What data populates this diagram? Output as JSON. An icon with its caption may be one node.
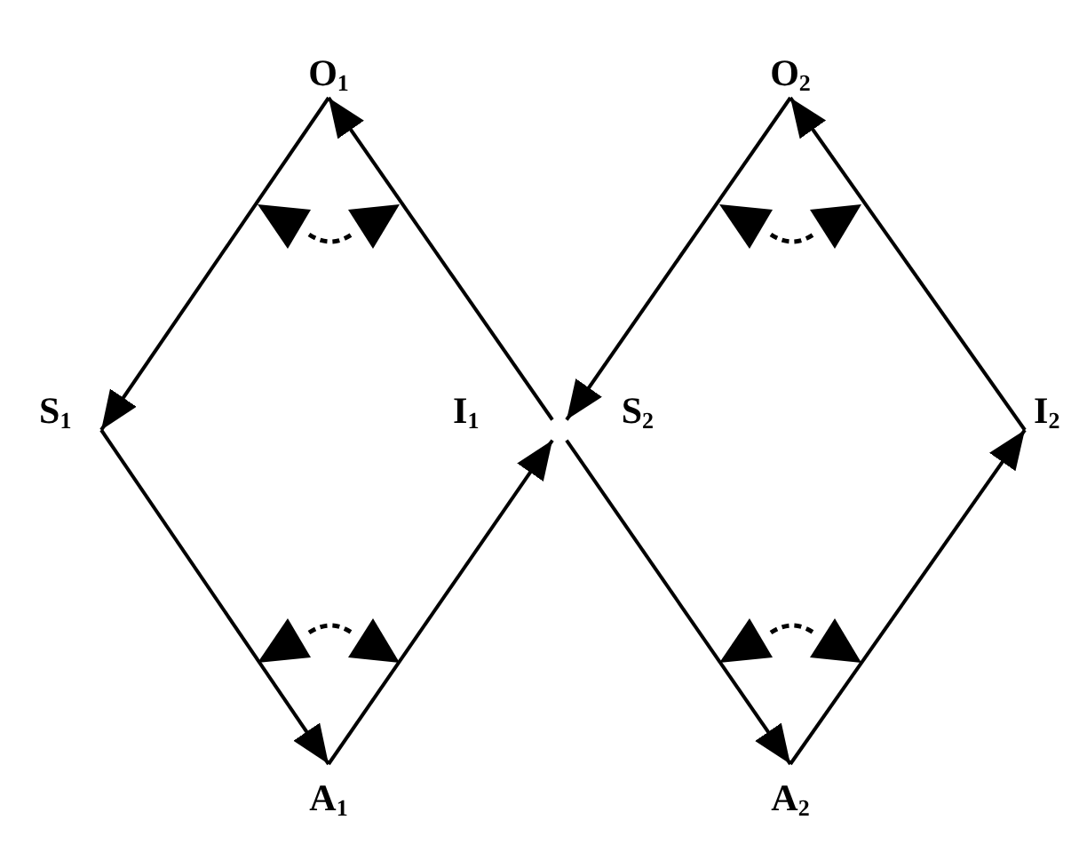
{
  "diagram": {
    "nodes": [
      {
        "text": [
          "O$_{1}$"
        ]
      },
      {
        "text": [
          "S$_{1}$"
        ]
      },
      {
        "text": [
          "I$_{1}$"
        ]
      },
      {
        "text": [
          "A$_{1}$"
        ]
      },
      {
        "text": [
          "O$_{2}$"
        ]
      },
      {
        "text": [
          "S$_{2}$"
        ]
      },
      {
        "text": [
          "I$_{2}$"
        ]
      },
      {
        "text": [
          "A$_{2}$"
        ]
      }
    ],
    "edges": [
      {
        "from": 0,
        "to": 1,
        "arrow": "to"
      },
      {
        "from": 1,
        "to": 3,
        "arrow": "to"
      },
      {
        "from": 3,
        "to": 2,
        "arrow": "to"
      },
      {
        "from": 2,
        "to": 0,
        "arrow": "to"
      },
      {
        "from": 4,
        "to": 5,
        "arrow": "to"
      },
      {
        "from": 5,
        "to": 7,
        "arrow": "to"
      },
      {
        "from": 7,
        "to": 6,
        "arrow": "to"
      },
      {
        "from": 6,
        "to": 4,
        "arrow": "to"
      }
    ]
  }
}
